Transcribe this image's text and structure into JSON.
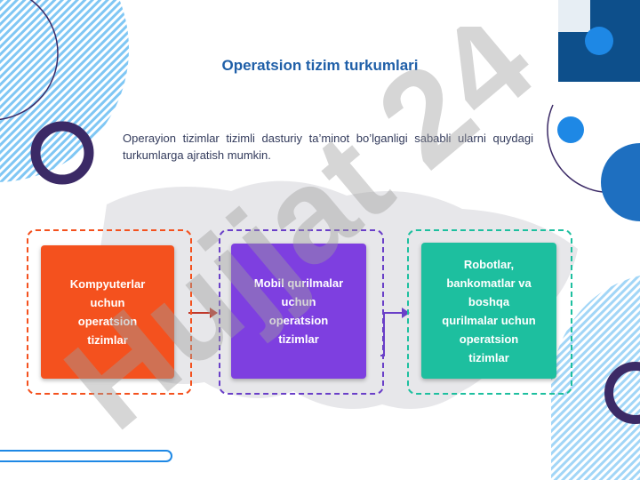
{
  "slide": {
    "title": "Operatsion tizim turkumlari",
    "intro": "Operayion tizimlar tizimli dasturiy ta’minot bo’lganligi sababli ularni quydagi turkumlarga ajratish mumkin.",
    "watermark_text": "Hujjat 24"
  },
  "cards": [
    {
      "label": "Kompyuterlar\nuchun\noperatsion\ntizimlar",
      "color": "#f4511e",
      "frame_color": "#f4511e"
    },
    {
      "label": "Mobil qurilmalar\nuchun\noperatsion\ntizimlar",
      "color": "#7e3fe0",
      "frame_color": "#6a3fc8"
    },
    {
      "label": "Robotlar,\nbankomatlar va\nboshqa\nqurilmalar uchun\noperatsion\ntizimlar",
      "color": "#1dbf9f",
      "frame_color": "#1dbf9f"
    }
  ],
  "colors": {
    "title": "#1f5fa8",
    "accent_blue": "#1e88e5",
    "dark_purple": "#3b2a66",
    "light_blue_pattern": "#29a3f5"
  }
}
